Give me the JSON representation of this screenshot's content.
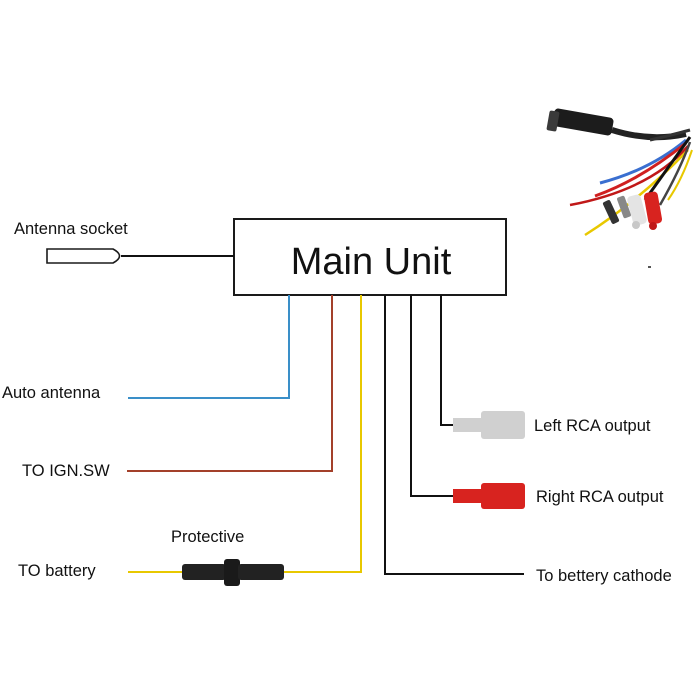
{
  "main_unit": {
    "label": "Main Unit"
  },
  "labels": {
    "antenna_socket": "Antenna socket",
    "auto_antenna": "Auto antenna",
    "ign_sw": "TO IGN.SW",
    "battery": "TO battery",
    "protective": "Protective",
    "left_rca": "Left RCA output",
    "right_rca": "Right RCA output",
    "battery_cathode": "To bettery cathode"
  },
  "colors": {
    "outline": "#1a1a1a",
    "antenna_wire": "#111111",
    "auto_antenna_wire": "#3a8fc8",
    "ign_wire": "#a3402a",
    "battery_wire": "#e8c800",
    "ground_wire": "#111111",
    "left_rca_plug": "#d0d0d0",
    "right_rca_plug": "#d8231f",
    "fuse": "#222222"
  },
  "icons": {
    "antenna_plug": "antenna-plug-icon",
    "fuse": "fuse-holder-icon",
    "left_rca": "rca-plug-white-icon",
    "right_rca": "rca-plug-red-icon",
    "harness_photo": "wiring-harness-photo-icon"
  }
}
